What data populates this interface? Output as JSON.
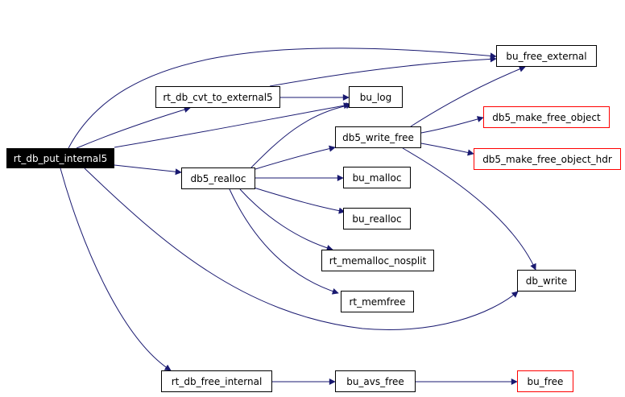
{
  "colors": {
    "edge": "#191970",
    "node_border": "#000000",
    "external_node_border": "#ff0000",
    "root_fill": "#000000",
    "root_text": "#ffffff"
  },
  "nodes": {
    "rt_db_put_internal5": "rt_db_put_internal5",
    "rt_db_cvt_to_external5": "rt_db_cvt_to_external5",
    "db5_realloc": "db5_realloc",
    "rt_db_free_internal": "rt_db_free_internal",
    "bu_free_external": "bu_free_external",
    "bu_log": "bu_log",
    "db5_write_free": "db5_write_free",
    "db5_make_free_object": "db5_make_free_object",
    "db5_make_free_object_hdr": "db5_make_free_object_hdr",
    "bu_malloc": "bu_malloc",
    "bu_realloc": "bu_realloc",
    "rt_memalloc_nosplit": "rt_memalloc_nosplit",
    "rt_memfree": "rt_memfree",
    "db_write": "db_write",
    "bu_avs_free": "bu_avs_free",
    "bu_free": "bu_free"
  },
  "edges": [
    [
      "rt_db_put_internal5",
      "bu_free_external"
    ],
    [
      "rt_db_put_internal5",
      "rt_db_cvt_to_external5"
    ],
    [
      "rt_db_put_internal5",
      "bu_log"
    ],
    [
      "rt_db_put_internal5",
      "db5_realloc"
    ],
    [
      "rt_db_put_internal5",
      "db_write"
    ],
    [
      "rt_db_put_internal5",
      "rt_db_free_internal"
    ],
    [
      "rt_db_cvt_to_external5",
      "bu_free_external"
    ],
    [
      "rt_db_cvt_to_external5",
      "bu_log"
    ],
    [
      "db5_realloc",
      "bu_log"
    ],
    [
      "db5_realloc",
      "db5_write_free"
    ],
    [
      "db5_realloc",
      "bu_malloc"
    ],
    [
      "db5_realloc",
      "bu_realloc"
    ],
    [
      "db5_realloc",
      "rt_memalloc_nosplit"
    ],
    [
      "db5_realloc",
      "rt_memfree"
    ],
    [
      "db5_write_free",
      "bu_free_external"
    ],
    [
      "db5_write_free",
      "db5_make_free_object"
    ],
    [
      "db5_write_free",
      "db5_make_free_object_hdr"
    ],
    [
      "db5_write_free",
      "db_write"
    ],
    [
      "rt_db_free_internal",
      "bu_avs_free"
    ],
    [
      "bu_avs_free",
      "bu_free"
    ]
  ]
}
